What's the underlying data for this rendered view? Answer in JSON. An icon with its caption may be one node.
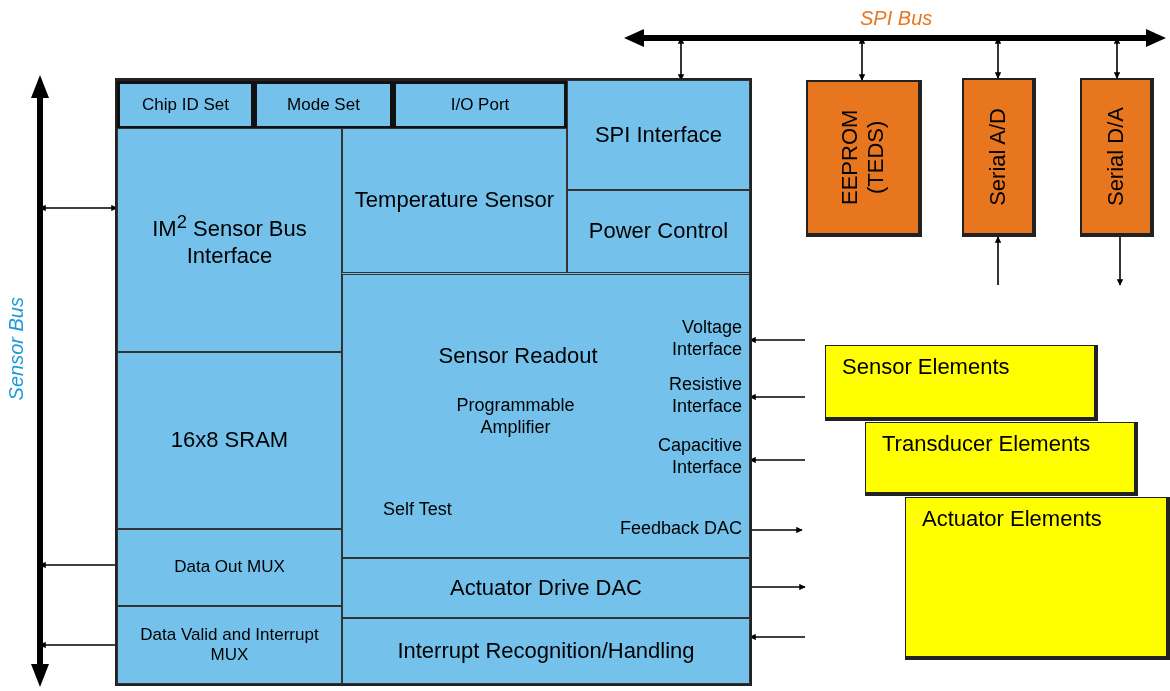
{
  "diagram": {
    "nodes": [
      {
        "text": [],
        "shape": "box"
      },
      {
        "text": [
          "Chip ID Set"
        ],
        "in": 0
      },
      {
        "text": [
          "Mode Set"
        ],
        "in": 0
      },
      {
        "text": [
          "I/O Port"
        ],
        "in": 0
      },
      {
        "text": [
          "SPI Interface"
        ],
        "in": 0
      },
      {
        "text": [
          "IM$^{2}$ Sensor Bus Interface"
        ],
        "in": 0
      },
      {
        "text": [
          "Temperature Sensor"
        ],
        "in": 0
      },
      {
        "text": [
          "Power Control"
        ],
        "in": 0
      },
      {
        "text": [
          "Sensor Readout",
          "Programmable Amplifier",
          "Voltage Interface",
          "Resistive Interface",
          "Capacitive Interface",
          "Self Test",
          "Feedback DAC"
        ],
        "in": 0
      },
      {
        "text": [
          "16x8 SRAM"
        ],
        "in": 0
      },
      {
        "text": [
          "Data Out MUX"
        ],
        "in": 0
      },
      {
        "text": [
          "Data Valid and Interrupt MUX"
        ],
        "in": 0
      },
      {
        "text": [
          "Actuator Drive DAC"
        ],
        "in": 0
      },
      {
        "text": [
          "Interrupt Recognition/Handling"
        ],
        "in": 0
      },
      {
        "text": [
          "EEPROM (TEDS)"
        ]
      },
      {
        "text": [
          "Serial A/D"
        ]
      },
      {
        "text": [
          "Serial D/A"
        ]
      },
      {
        "text": [
          "Sensor Elements"
        ]
      },
      {
        "text": [
          "Transducer Elements"
        ]
      },
      {
        "text": [
          "Actuator Elements"
        ]
      },
      {
        "text": [
          "SPI Bus"
        ]
      },
      {
        "text": [
          "Sensor Bus"
        ]
      }
    ],
    "edges": [
      {
        "from": 20,
        "to": 4,
        "arrow": "both"
      },
      {
        "from": 20,
        "to": 14,
        "arrow": "both"
      },
      {
        "from": 20,
        "to": 15,
        "arrow": "both"
      },
      {
        "from": 20,
        "to": 16,
        "arrow": "both"
      },
      {
        "from": null,
        "to": 15,
        "arrow": "to"
      },
      {
        "from": 16,
        "to": null,
        "arrow": "to"
      },
      {
        "from": 21,
        "to": 5,
        "arrow": "both"
      },
      {
        "from": 10,
        "to": 21,
        "arrow": "to"
      },
      {
        "from": 11,
        "to": 21,
        "arrow": "to"
      },
      {
        "from": null,
        "to": 8,
        "arrow": "to"
      },
      {
        "from": null,
        "to": 8,
        "arrow": "to"
      },
      {
        "from": null,
        "to": 8,
        "arrow": "to"
      },
      {
        "from": 8,
        "to": null,
        "arrow": "to"
      },
      {
        "from": 12,
        "to": null,
        "arrow": "to"
      },
      {
        "from": null,
        "to": 13,
        "arrow": "to"
      }
    ]
  }
}
